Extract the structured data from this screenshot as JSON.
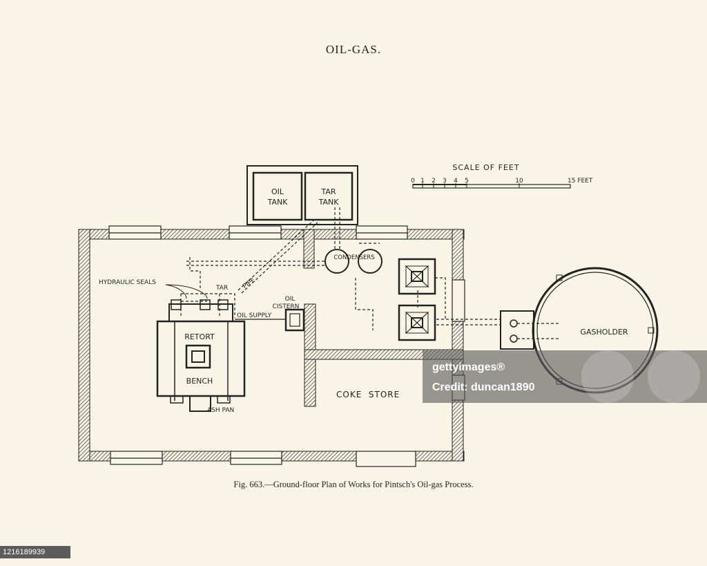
{
  "header": {
    "title": "OIL-GAS."
  },
  "scale": {
    "title": "SCALE OF FEET",
    "ticks": [
      "0",
      "1",
      "2",
      "3",
      "4",
      "5",
      "10",
      "15 FEET"
    ]
  },
  "labels": {
    "oil_tank_1": "OIL",
    "oil_tank_2": "TANK",
    "tar_tank_1": "TAR",
    "tar_tank_2": "TANK",
    "condensers": "CONDENSERS",
    "hydraulic_seals": "HYDRAULIC SEALS",
    "tar": "TAR",
    "pipe": "PIPE",
    "oil_cistern_1": "OIL",
    "oil_cistern_2": "CISTERN",
    "oil_supply": "OIL SUPPLY",
    "retort": "RETORT",
    "bench": "BENCH",
    "ash_pan": "ASH PAN",
    "coke_store": "COKE  STORE",
    "gasholder": "GASHOLDER"
  },
  "caption": "Fig. 663.—Ground-floor Plan of Works for Pintsch's Oil-gas Process.",
  "watermark": {
    "line1": "gettyimages®",
    "line2": "Credit: duncan1890"
  },
  "image_id": "1216189939"
}
